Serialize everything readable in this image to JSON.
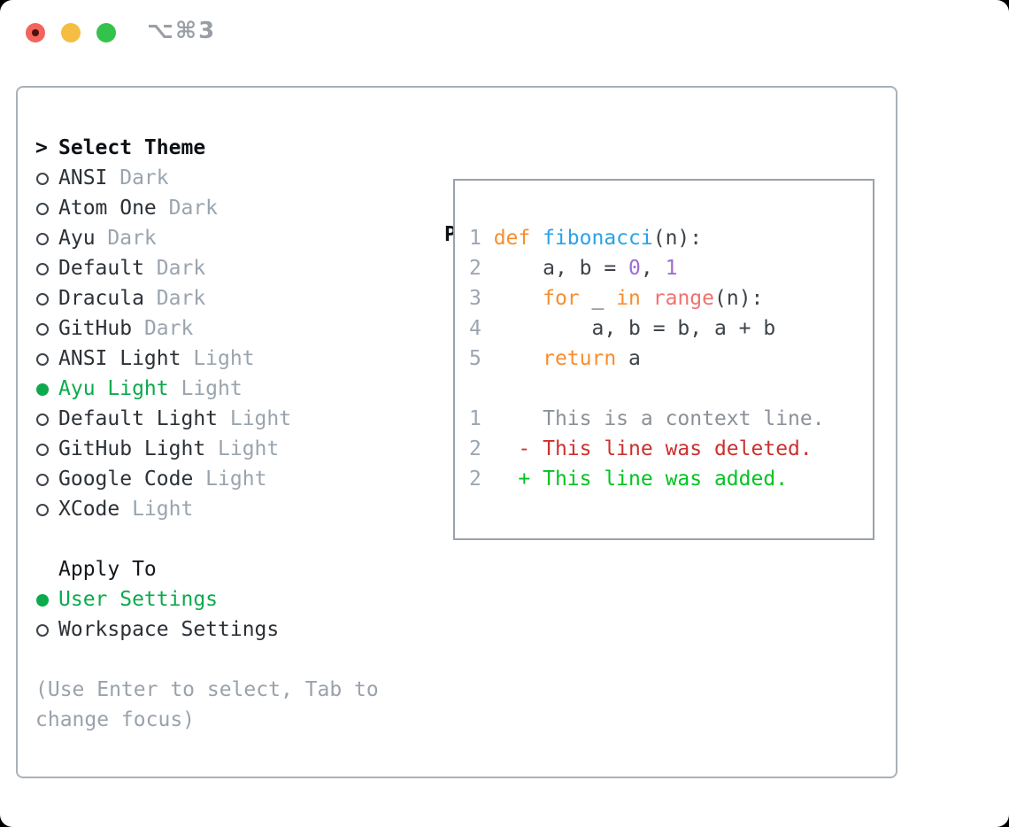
{
  "titlebar": {
    "title": "⌥⌘3",
    "traffic_colors": {
      "close": "#f4645d",
      "minimize": "#f5bd41",
      "zoom": "#35c24c"
    }
  },
  "panel": {
    "select_theme": {
      "prompt": ">",
      "title": "Select Theme",
      "items": [
        {
          "label": "ANSI",
          "category": "Dark",
          "selected": false
        },
        {
          "label": "Atom One",
          "category": "Dark",
          "selected": false
        },
        {
          "label": "Ayu",
          "category": "Dark",
          "selected": false
        },
        {
          "label": "Default",
          "category": "Dark",
          "selected": false
        },
        {
          "label": "Dracula",
          "category": "Dark",
          "selected": false
        },
        {
          "label": "GitHub",
          "category": "Dark",
          "selected": false
        },
        {
          "label": "ANSI Light",
          "category": "Light",
          "selected": false
        },
        {
          "label": "Ayu Light",
          "category": "Light",
          "selected": true
        },
        {
          "label": "Default Light",
          "category": "Light",
          "selected": false
        },
        {
          "label": "GitHub Light",
          "category": "Light",
          "selected": false
        },
        {
          "label": "Google Code",
          "category": "Light",
          "selected": false
        },
        {
          "label": "XCode",
          "category": "Light",
          "selected": false
        }
      ]
    },
    "apply_to": {
      "title": "Apply To",
      "items": [
        {
          "label": "User Settings",
          "selected": true
        },
        {
          "label": "Workspace Settings",
          "selected": false
        }
      ]
    },
    "hint_lines": [
      "(Use Enter to select, Tab to",
      "change focus)"
    ]
  },
  "preview": {
    "title": "Preview",
    "code_lines": [
      {
        "tokens": [
          {
            "t": "1 ",
            "c": "ln"
          },
          {
            "t": "def ",
            "c": "kw"
          },
          {
            "t": "fibonacci",
            "c": "fn"
          },
          {
            "t": "(n):",
            "c": "fg"
          }
        ]
      },
      {
        "tokens": [
          {
            "t": "2 ",
            "c": "ln"
          },
          {
            "t": "    a, b = ",
            "c": "fg"
          },
          {
            "t": "0",
            "c": "num"
          },
          {
            "t": ", ",
            "c": "fg"
          },
          {
            "t": "1",
            "c": "num"
          }
        ]
      },
      {
        "tokens": [
          {
            "t": "3 ",
            "c": "ln"
          },
          {
            "t": "    ",
            "c": "fg"
          },
          {
            "t": "for",
            "c": "kw"
          },
          {
            "t": " _ ",
            "c": "fg"
          },
          {
            "t": "in",
            "c": "kw"
          },
          {
            "t": " ",
            "c": "fg"
          },
          {
            "t": "range",
            "c": "bi"
          },
          {
            "t": "(n):",
            "c": "fg"
          }
        ]
      },
      {
        "tokens": [
          {
            "t": "4 ",
            "c": "ln"
          },
          {
            "t": "        a, b = b, a + b",
            "c": "fg"
          }
        ]
      },
      {
        "tokens": [
          {
            "t": "5 ",
            "c": "ln"
          },
          {
            "t": "    ",
            "c": "fg"
          },
          {
            "t": "return",
            "c": "kw"
          },
          {
            "t": " a",
            "c": "fg"
          }
        ]
      },
      {
        "tokens": []
      },
      {
        "tokens": [
          {
            "t": "1 ",
            "c": "ln"
          },
          {
            "t": "    This is a context line.",
            "c": "ctx"
          }
        ]
      },
      {
        "tokens": [
          {
            "t": "2 ",
            "c": "ln"
          },
          {
            "t": "  ",
            "c": "fg"
          },
          {
            "t": "- This line was deleted.",
            "c": "del"
          }
        ]
      },
      {
        "tokens": [
          {
            "t": "2 ",
            "c": "ln"
          },
          {
            "t": "  ",
            "c": "fg"
          },
          {
            "t": "+ This line was added.",
            "c": "add"
          }
        ]
      }
    ]
  },
  "colors": {
    "selected_green": "#0caa4d",
    "keyword_orange": "#f98d2d",
    "function_blue": "#29a2e8",
    "constant_purple": "#9d6ecf",
    "builtin_coral": "#f1716e",
    "deleted_red": "#cc302c",
    "added_green": "#00c421",
    "muted_gray": "#9aa4ae",
    "border_gray": "#a9b1b9"
  }
}
